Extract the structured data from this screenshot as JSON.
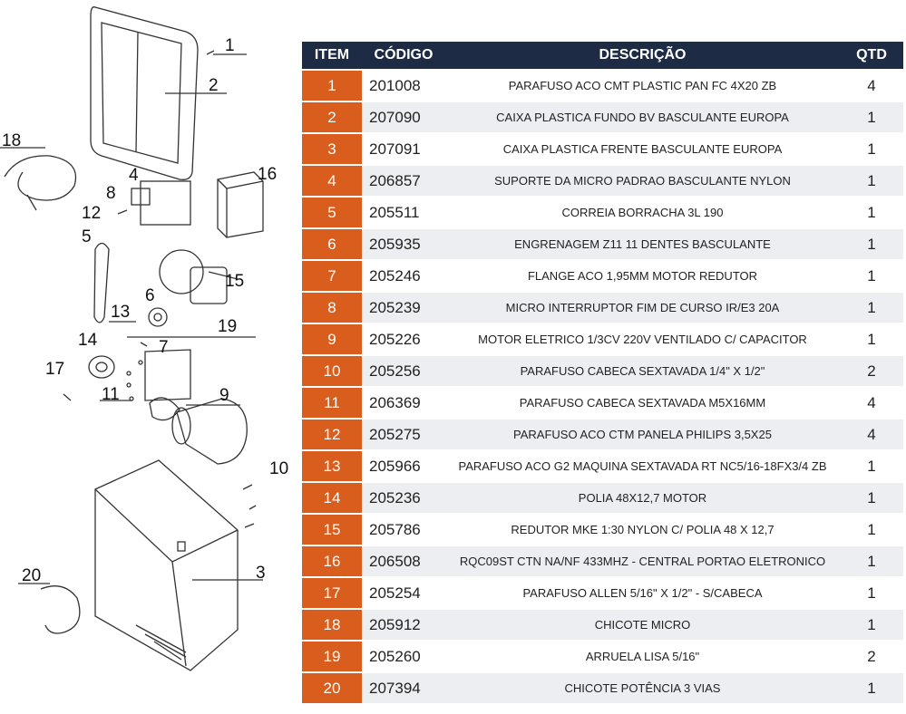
{
  "table": {
    "headers": {
      "item": "ITEM",
      "codigo": "CÓDIGO",
      "descricao": "DESCRIÇÃO",
      "qtd": "QTD"
    },
    "rows": [
      {
        "item": "1",
        "codigo": "201008",
        "descricao": "PARAFUSO ACO CMT PLASTIC PAN FC 4X20 ZB",
        "qtd": "4"
      },
      {
        "item": "2",
        "codigo": "207090",
        "descricao": "CAIXA PLASTICA FUNDO BV BASCULANTE EUROPA",
        "qtd": "1"
      },
      {
        "item": "3",
        "codigo": "207091",
        "descricao": "CAIXA PLASTICA FRENTE BASCULANTE EUROPA",
        "qtd": "1"
      },
      {
        "item": "4",
        "codigo": "206857",
        "descricao": "SUPORTE DA MICRO PADRAO BASCULANTE NYLON",
        "qtd": "1"
      },
      {
        "item": "5",
        "codigo": "205511",
        "descricao": "CORREIA BORRACHA 3L 190",
        "qtd": "1"
      },
      {
        "item": "6",
        "codigo": "205935",
        "descricao": "ENGRENAGEM Z11 11 DENTES BASCULANTE",
        "qtd": "1"
      },
      {
        "item": "7",
        "codigo": "205246",
        "descricao": "FLANGE ACO 1,95MM MOTOR REDUTOR",
        "qtd": "1"
      },
      {
        "item": "8",
        "codigo": "205239",
        "descricao": "MICRO INTERRUPTOR FIM DE CURSO IR/E3 20A",
        "qtd": "1"
      },
      {
        "item": "9",
        "codigo": "205226",
        "descricao": "MOTOR ELETRICO 1/3CV 220V VENTILADO C/ CAPACITOR",
        "qtd": "1"
      },
      {
        "item": "10",
        "codigo": "205256",
        "descricao": "PARAFUSO CABECA SEXTAVADA 1/4\" X 1/2\"",
        "qtd": "2"
      },
      {
        "item": "11",
        "codigo": "206369",
        "descricao": "PARAFUSO CABECA SEXTAVADA M5X16MM",
        "qtd": "4"
      },
      {
        "item": "12",
        "codigo": "205275",
        "descricao": "PARAFUSO ACO CTM PANELA PHILIPS 3,5X25",
        "qtd": "4"
      },
      {
        "item": "13",
        "codigo": "205966",
        "descricao": "PARAFUSO ACO G2 MAQUINA SEXTAVADA RT NC5/16-18FX3/4 ZB",
        "qtd": "1"
      },
      {
        "item": "14",
        "codigo": "205236",
        "descricao": "POLIA 48X12,7 MOTOR",
        "qtd": "1"
      },
      {
        "item": "15",
        "codigo": "205786",
        "descricao": "REDUTOR MKE 1:30 NYLON C/ POLIA 48 X 12,7",
        "qtd": "1"
      },
      {
        "item": "16",
        "codigo": "206508",
        "descricao": "RQC09ST CTN NA/NF 433MHZ - CENTRAL PORTAO ELETRONICO",
        "qtd": "1"
      },
      {
        "item": "17",
        "codigo": "205254",
        "descricao": "PARAFUSO ALLEN 5/16\" X 1/2\" - S/CABECA",
        "qtd": "1"
      },
      {
        "item": "18",
        "codigo": "205912",
        "descricao": "CHICOTE MICRO",
        "qtd": "1"
      },
      {
        "item": "19",
        "codigo": "205260",
        "descricao": "ARRUELA LISA 5/16\"",
        "qtd": "2"
      },
      {
        "item": "20",
        "codigo": "207394",
        "descricao": "CHICOTE POTÊNCIA 3 VIAS",
        "qtd": "1"
      }
    ]
  },
  "diagram": {
    "callouts": [
      "1",
      "2",
      "3",
      "4",
      "5",
      "6",
      "7",
      "8",
      "9",
      "10",
      "11",
      "12",
      "13",
      "14",
      "15",
      "16",
      "17",
      "18",
      "19",
      "20"
    ]
  },
  "colors": {
    "header_bg": "#1e2b45",
    "item_bg": "#d95d1c",
    "row_alt": "#eceef1"
  }
}
